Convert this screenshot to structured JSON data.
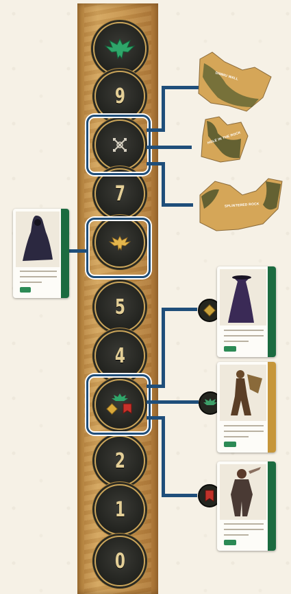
{
  "track": {
    "top_slot": {
      "icon": "green-bird-crest-icon"
    },
    "slots": [
      {
        "label": "9"
      },
      {
        "icon": "crossed-arrows-icon"
      },
      {
        "label": "7"
      },
      {
        "icon": "gold-bird-crest-icon"
      },
      {
        "label": "5"
      },
      {
        "label": "4"
      },
      {
        "icon": "multi-icon-cluster"
      },
      {
        "label": "2"
      },
      {
        "label": "1"
      },
      {
        "label": "0"
      }
    ]
  },
  "terrain_tiles": [
    {
      "label": "DIMMU WALL"
    },
    {
      "label": "HOLE IN THE ROCK"
    },
    {
      "label": "SPLINTERED ROCK"
    }
  ],
  "tokens": [
    {
      "icon": "diamond-sand-icon",
      "color": "#c9a23c"
    },
    {
      "icon": "green-crest-icon",
      "color": "#3da06a"
    },
    {
      "icon": "red-banner-icon",
      "color": "#c0322b"
    }
  ],
  "colors": {
    "bracket": "#1f4e7a",
    "card_green": "#1b6b40",
    "card_gold": "#c6963a",
    "track": "#c8964f"
  }
}
